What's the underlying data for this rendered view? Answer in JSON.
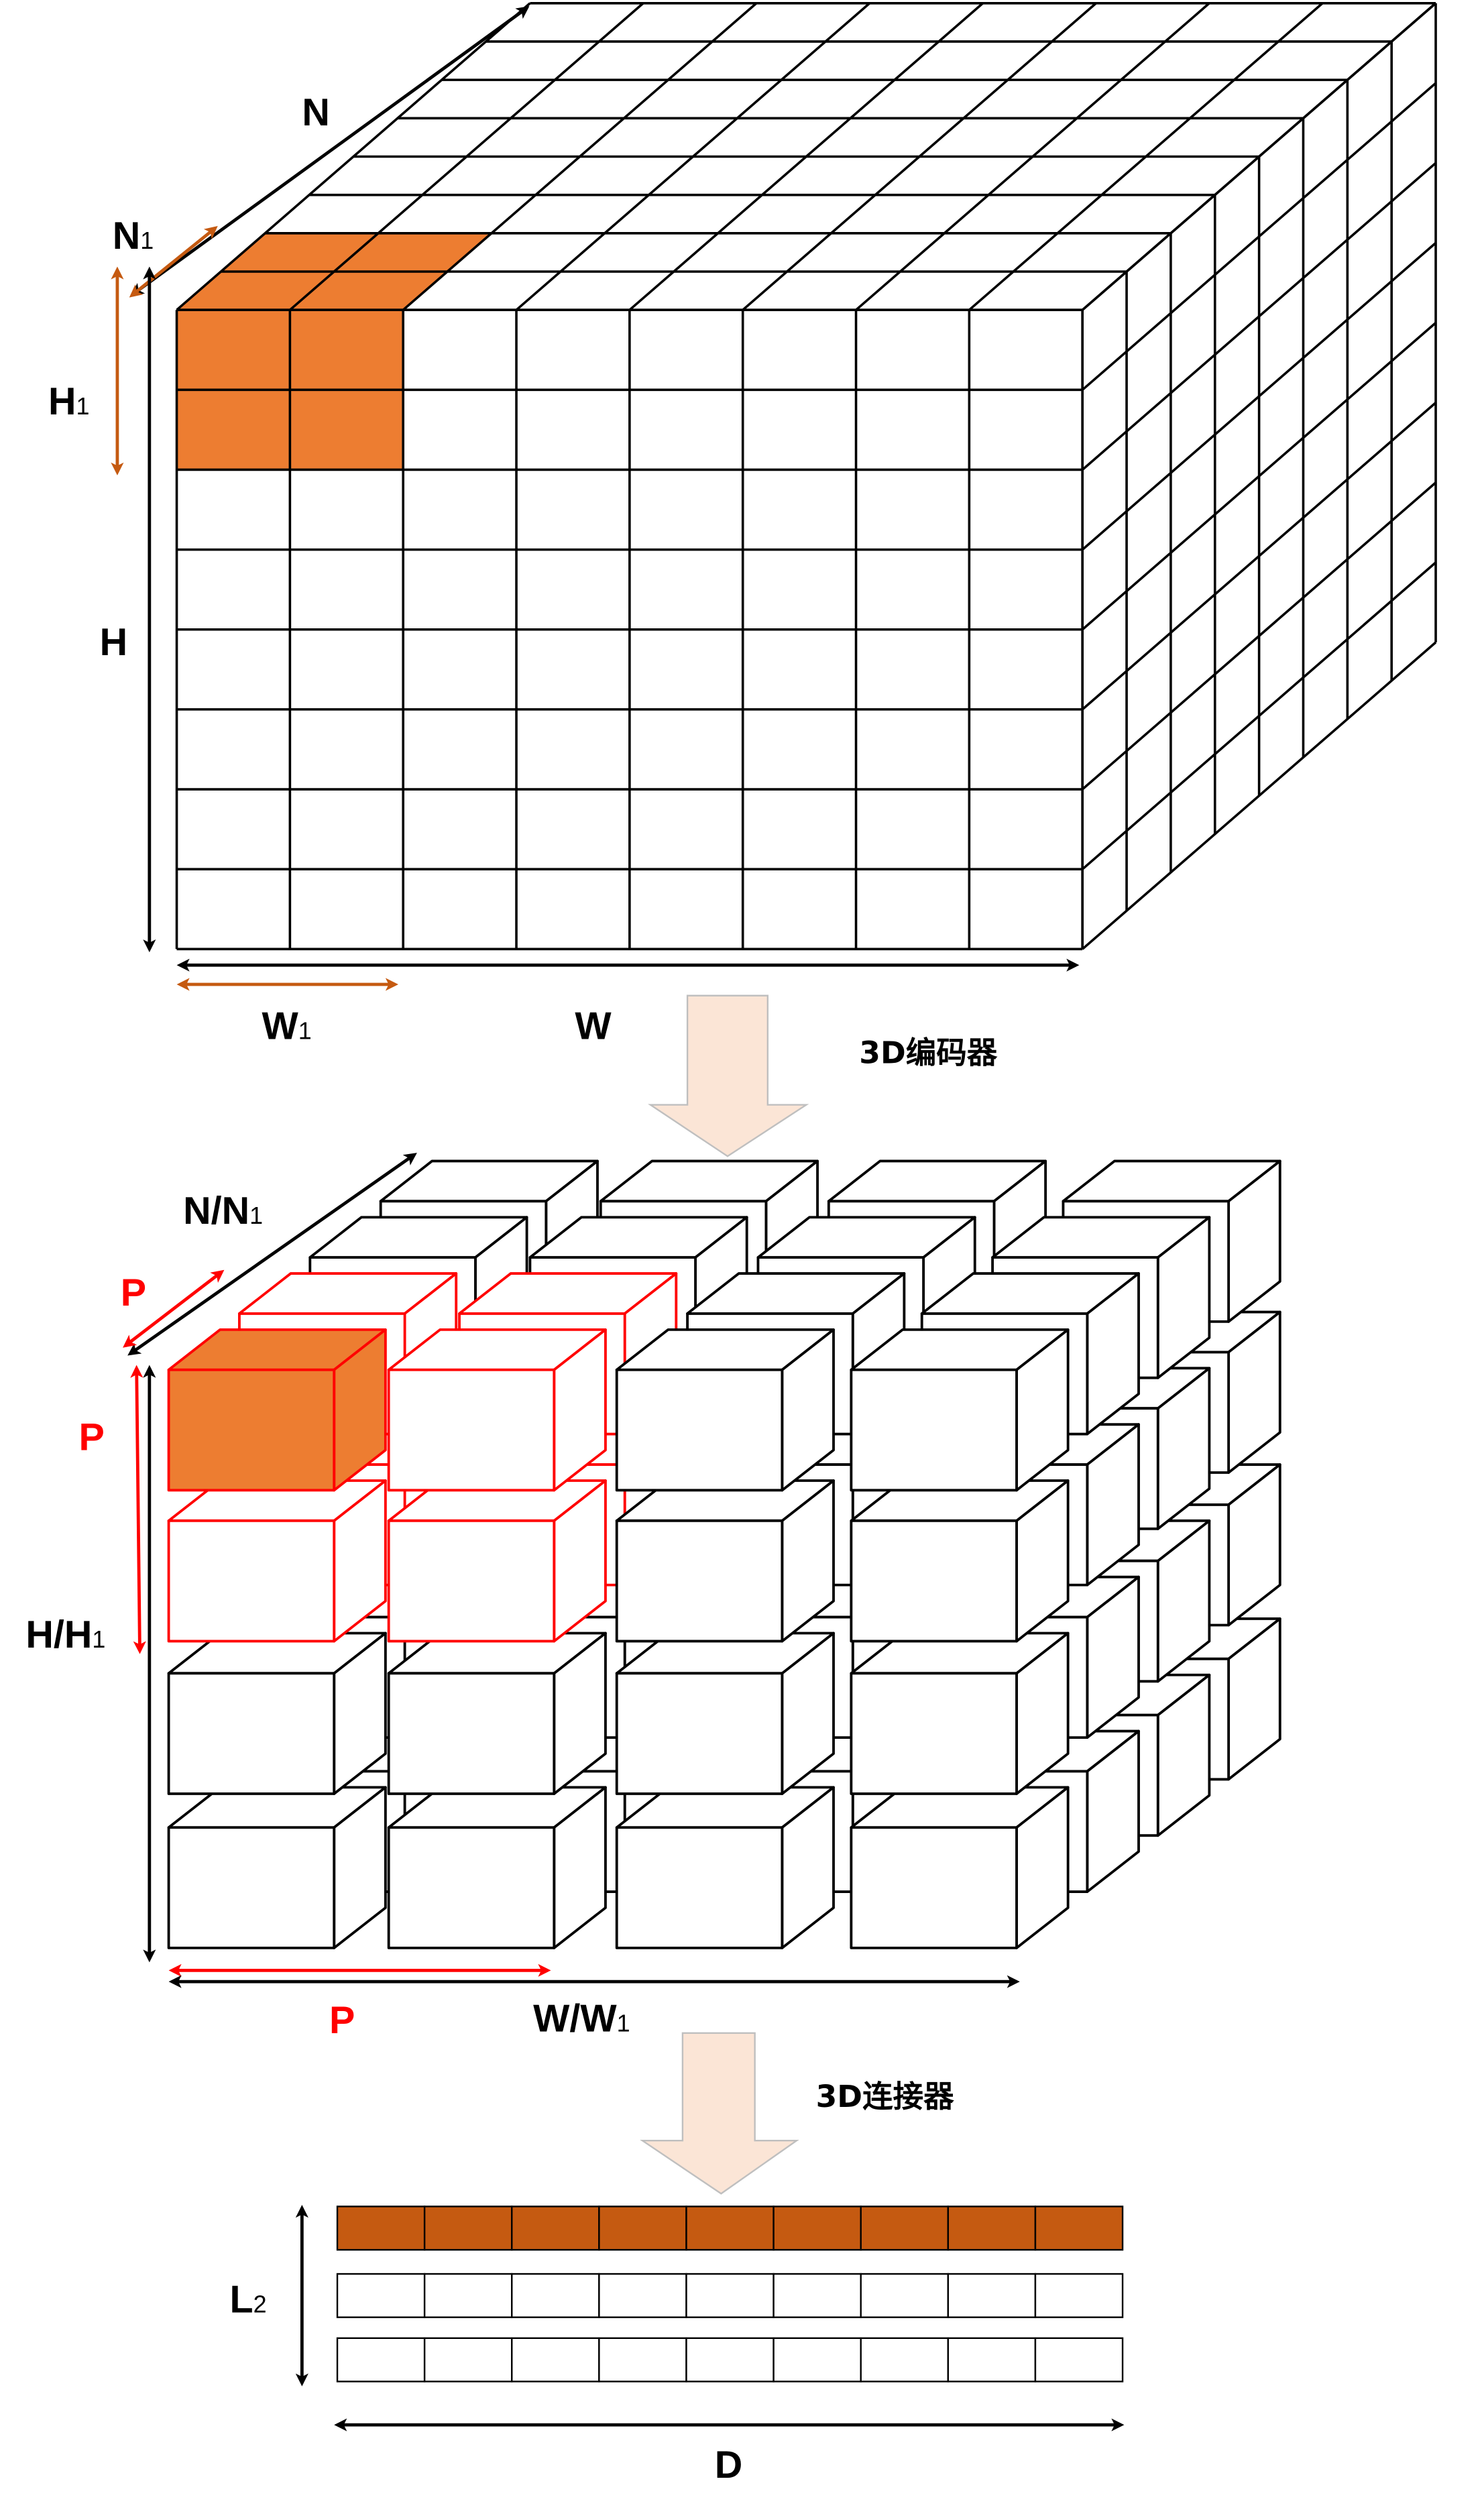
{
  "colors": {
    "orange": "#ED7D31",
    "dark_orange": "#C55A11",
    "red": "#FF0000",
    "black": "#000000",
    "arrow_fill": "#FBE5D6",
    "arrow_border": "#BFBFBF"
  },
  "top_cube": {
    "grid": {
      "cols": 8,
      "rows": 8,
      "depth": 8
    },
    "highlight": {
      "cols": 2,
      "rows": 2,
      "depth": 2
    },
    "labels": {
      "n": {
        "base": "N",
        "sub": ""
      },
      "n1": {
        "base": "N",
        "sub": "1"
      },
      "h1": {
        "base": "H",
        "sub": "1"
      },
      "h": {
        "base": "H",
        "sub": ""
      },
      "w1": {
        "base": "W",
        "sub": "1"
      },
      "w": {
        "base": "W",
        "sub": ""
      }
    }
  },
  "encoder_arrow": {
    "label": "3D编码器"
  },
  "middle_cubes": {
    "grid": {
      "cols": 4,
      "rows": 4,
      "layers": 4
    },
    "labels": {
      "n_n1": {
        "base": "N/N",
        "sub": "1"
      },
      "p_depth": {
        "base": "P",
        "sub": ""
      },
      "p_height": {
        "base": "P",
        "sub": ""
      },
      "h_h1": {
        "base": "H/H",
        "sub": "1"
      },
      "p_width": {
        "base": "P",
        "sub": ""
      },
      "w_w1": {
        "base": "W/W",
        "sub": "1"
      }
    }
  },
  "connector_arrow": {
    "label": "3D连接器"
  },
  "tokens": {
    "rows": 3,
    "cols": 9,
    "highlighted_row": 0,
    "labels": {
      "l2": {
        "base": "L",
        "sub": "2"
      },
      "d": {
        "base": "D",
        "sub": ""
      }
    }
  }
}
